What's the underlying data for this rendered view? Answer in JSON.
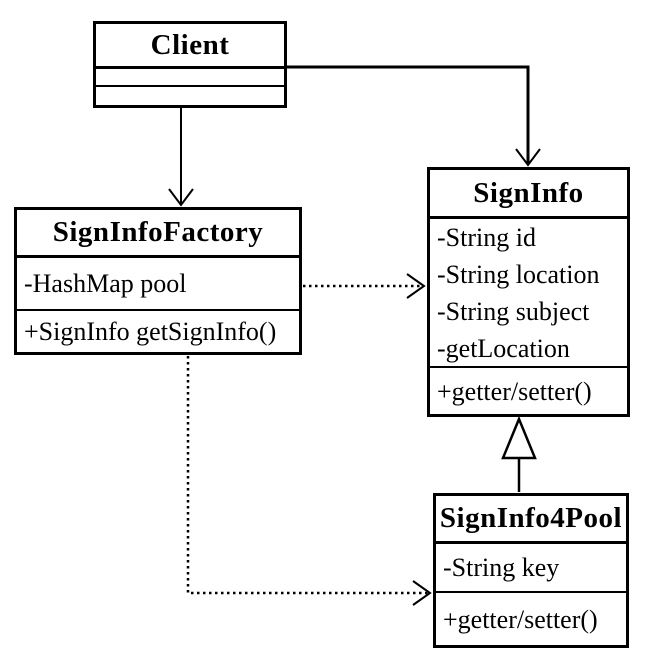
{
  "diagram": {
    "type": "uml-class-diagram",
    "background_color": "#ffffff",
    "line_color": "#000000",
    "classes": [
      {
        "name": "Client",
        "attributes": [],
        "methods": []
      },
      {
        "name": "SignInfoFactory",
        "attributes": [
          "-HashMap pool"
        ],
        "methods": [
          "+SignInfo getSignInfo()"
        ]
      },
      {
        "name": "SignInfo",
        "attributes": [
          "-String id",
          "-String location",
          "-String subject",
          "-getLocation"
        ],
        "methods": [
          "+getter/setter()"
        ]
      },
      {
        "name": "SignInfo4Pool",
        "attributes": [
          "-String key"
        ],
        "methods": [
          "+getter/setter()"
        ]
      }
    ],
    "relationships": [
      {
        "from": "Client",
        "to": "SignInfoFactory",
        "type": "directed association",
        "line_style": "solid",
        "arrowhead": "open-v"
      },
      {
        "from": "Client",
        "to": "SignInfo",
        "type": "directed association",
        "line_style": "solid",
        "arrowhead": "open-v"
      },
      {
        "from": "SignInfoFactory",
        "to": "SignInfo",
        "type": "dependency",
        "line_style": "dotted",
        "arrowhead": "open-v"
      },
      {
        "from": "SignInfoFactory",
        "to": "SignInfo4Pool",
        "type": "dependency",
        "line_style": "dotted",
        "arrowhead": "open-v"
      },
      {
        "from": "SignInfo4Pool",
        "to": "SignInfo",
        "type": "generalization",
        "line_style": "solid",
        "arrowhead": "hollow-triangle"
      }
    ]
  }
}
